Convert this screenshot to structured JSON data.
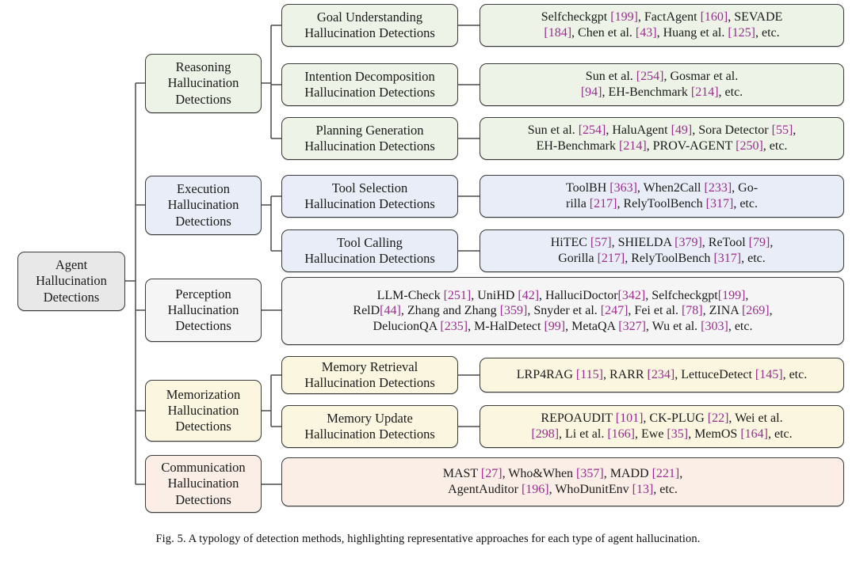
{
  "figure": {
    "caption": "Fig. 5.  A typology of detection methods, highlighting representative approaches for each type of agent hallucination."
  },
  "colors": {
    "root_fill": "#e8e8e8",
    "reasoning_fill": "#edf3e7",
    "execution_fill": "#e8edf7",
    "perception_fill": "#f5f5f5",
    "memorization_fill": "#fbf6e0",
    "communication_fill": "#fbeee6",
    "border": "#3a3a3a",
    "citation": "#9b2d8f",
    "text": "#1a1a1a"
  },
  "root": {
    "label": "Agent Hallucination Detections"
  },
  "categories": [
    {
      "id": "reasoning",
      "label": "Reasoning Hallucination Detections",
      "children": [
        {
          "id": "goal-understanding",
          "label": "Goal Understanding Hallucination Detections",
          "methods": "Selfcheckgpt [199], FactAgent [160], SEVADE [184], Chen et al. [43], Huang et al. [125], etc.",
          "items": [
            {
              "name": "Selfcheckgpt",
              "ref": "199"
            },
            {
              "name": "FactAgent",
              "ref": "160"
            },
            {
              "name": "SEVADE",
              "ref": "184"
            },
            {
              "name": "Chen et al.",
              "ref": "43"
            },
            {
              "name": "Huang et al.",
              "ref": "125"
            }
          ]
        },
        {
          "id": "intention-decomposition",
          "label": "Intention Decomposition Hallucination Detections",
          "methods": "Sun et al. [254], Gosmar et al. [94], EH-Benchmark [214], etc.",
          "items": [
            {
              "name": "Sun et al.",
              "ref": "254"
            },
            {
              "name": "Gosmar et al.",
              "ref": "94"
            },
            {
              "name": "EH-Benchmark",
              "ref": "214"
            }
          ]
        },
        {
          "id": "planning-generation",
          "label": "Planning Generation Hallucination Detections",
          "methods": "Sun et al. [254], HaluAgent [49], Sora Detector [55], EH-Benchmark [214], PROV-AGENT [250], etc.",
          "items": [
            {
              "name": "Sun et al.",
              "ref": "254"
            },
            {
              "name": "HaluAgent",
              "ref": "49"
            },
            {
              "name": "Sora Detector",
              "ref": "55"
            },
            {
              "name": "EH-Benchmark",
              "ref": "214"
            },
            {
              "name": "PROV-AGENT",
              "ref": "250"
            }
          ]
        }
      ]
    },
    {
      "id": "execution",
      "label": "Execution Hallucination Detections",
      "children": [
        {
          "id": "tool-selection",
          "label": "Tool Selection Hallucination Detections",
          "methods": "ToolBH [363], When2Call [233], Gorilla [217], RelyToolBench [317], etc.",
          "items": [
            {
              "name": "ToolBH",
              "ref": "363"
            },
            {
              "name": "When2Call",
              "ref": "233"
            },
            {
              "name": "Gorilla",
              "ref": "217"
            },
            {
              "name": "RelyToolBench",
              "ref": "317"
            }
          ]
        },
        {
          "id": "tool-calling",
          "label": "Tool Calling Hallucination Detections",
          "methods": "HiTEC [57], SHIELDA [379], ReTool [79], Gorilla [217], RelyToolBench [317], etc.",
          "items": [
            {
              "name": "HiTEC",
              "ref": "57"
            },
            {
              "name": "SHIELDA",
              "ref": "379"
            },
            {
              "name": "ReTool",
              "ref": "79"
            },
            {
              "name": "Gorilla",
              "ref": "217"
            },
            {
              "name": "RelyToolBench",
              "ref": "317"
            }
          ]
        }
      ]
    },
    {
      "id": "perception",
      "label": "Perception Hallucination Detections",
      "children": [
        {
          "id": "perception-methods",
          "label": "",
          "methods": "LLM-Check [251], UniHD [42], HalluciDoctor[342], Selfcheckgpt[199], RelD[44], Zhang and Zhang [359], Snyder et al. [247], Fei et al. [78], ZINA [269], DelucionQA [235], M-HalDetect [99], MetaQA [327], Wu et al. [303], etc.",
          "items": [
            {
              "name": "LLM-Check",
              "ref": "251"
            },
            {
              "name": "UniHD",
              "ref": "42"
            },
            {
              "name": "HalluciDoctor",
              "ref": "342"
            },
            {
              "name": "Selfcheckgpt",
              "ref": "199"
            },
            {
              "name": "RelD",
              "ref": "44"
            },
            {
              "name": "Zhang and Zhang",
              "ref": "359"
            },
            {
              "name": "Snyder et al.",
              "ref": "247"
            },
            {
              "name": "Fei et al.",
              "ref": "78"
            },
            {
              "name": "ZINA",
              "ref": "269"
            },
            {
              "name": "DelucionQA",
              "ref": "235"
            },
            {
              "name": "M-HalDetect",
              "ref": "99"
            },
            {
              "name": "MetaQA",
              "ref": "327"
            },
            {
              "name": "Wu et al.",
              "ref": "303"
            }
          ]
        }
      ]
    },
    {
      "id": "memorization",
      "label": "Memorization Hallucination Detections",
      "children": [
        {
          "id": "memory-retrieval",
          "label": "Memory Retrieval Hallucination Detections",
          "methods": "LRP4RAG [115], RARR [234], LettuceDetect [145], etc.",
          "items": [
            {
              "name": "LRP4RAG",
              "ref": "115"
            },
            {
              "name": "RARR",
              "ref": "234"
            },
            {
              "name": "LettuceDetect",
              "ref": "145"
            }
          ]
        },
        {
          "id": "memory-update",
          "label": "Memory Update Hallucination Detections",
          "methods": "REPOAUDIT [101], CK-PLUG [22], Wei et al. [298], Li et al. [166], Ewe [35], MemOS [164], etc.",
          "items": [
            {
              "name": "REPOAUDIT",
              "ref": "101"
            },
            {
              "name": "CK-PLUG",
              "ref": "22"
            },
            {
              "name": "Wei et al.",
              "ref": "298"
            },
            {
              "name": "Li et al.",
              "ref": "166"
            },
            {
              "name": "Ewe",
              "ref": "35"
            },
            {
              "name": "MemOS",
              "ref": "164"
            }
          ]
        }
      ]
    },
    {
      "id": "communication",
      "label": "Communication Hallucination Detections",
      "children": [
        {
          "id": "communication-methods",
          "label": "",
          "methods": "MAST [27], Who&When [357], MADD [221], AgentAuditor [196], WhoDunitEnv [13], etc.",
          "items": [
            {
              "name": "MAST",
              "ref": "27"
            },
            {
              "name": "Who&When",
              "ref": "357"
            },
            {
              "name": "MADD",
              "ref": "221"
            },
            {
              "name": "AgentAuditor",
              "ref": "196"
            },
            {
              "name": "WhoDunitEnv",
              "ref": "13"
            }
          ]
        }
      ]
    }
  ],
  "nodes": {
    "root": {
      "label": "Agent Hallucination Detections",
      "lines": [
        "Agent",
        "Hallucination",
        "Detections"
      ]
    },
    "reasoning": {
      "lines": [
        "Reasoning",
        "Hallucination",
        "Detections"
      ]
    },
    "execution": {
      "lines": [
        "Execution",
        "Hallucination",
        "Detections"
      ]
    },
    "perception": {
      "lines": [
        "Perception",
        "Hallucination",
        "Detections"
      ]
    },
    "memorization": {
      "lines": [
        "Memorization",
        "Hallucination",
        "Detections"
      ]
    },
    "communication": {
      "lines": [
        "Communication",
        "Hallucination",
        "Detections"
      ]
    },
    "goal_understanding": {
      "lines": [
        "Goal Understanding",
        "Hallucination Detections"
      ]
    },
    "intention_decomposition": {
      "lines": [
        "Intention Decomposition",
        "Hallucination Detections"
      ]
    },
    "planning_generation": {
      "lines": [
        "Planning Generation",
        "Hallucination Detections"
      ]
    },
    "tool_selection": {
      "lines": [
        "Tool Selection",
        "Hallucination Detections"
      ]
    },
    "tool_calling": {
      "lines": [
        "Tool Calling",
        "Hallucination Detections"
      ]
    },
    "memory_retrieval": {
      "lines": [
        "Memory Retrieval",
        "Hallucination Detections"
      ]
    },
    "memory_update": {
      "lines": [
        "Memory Update",
        "Hallucination Detections"
      ]
    }
  },
  "leaf_lines": {
    "goal_understanding": [
      [
        {
          "t": "Selfcheckgpt ",
          "c": 0
        },
        {
          "t": "[199]",
          "c": 1
        },
        {
          "t": ", FactAgent ",
          "c": 0
        },
        {
          "t": "[160]",
          "c": 1
        },
        {
          "t": ", SEVADE",
          "c": 0
        }
      ],
      [
        {
          "t": "[184]",
          "c": 1
        },
        {
          "t": ", Chen et al. ",
          "c": 0
        },
        {
          "t": "[43]",
          "c": 1
        },
        {
          "t": ", Huang et al. ",
          "c": 0
        },
        {
          "t": "[125]",
          "c": 1
        },
        {
          "t": ", etc.",
          "c": 0
        }
      ]
    ],
    "intention_decomposition": [
      [
        {
          "t": "Sun et al. ",
          "c": 0
        },
        {
          "t": "[254]",
          "c": 1
        },
        {
          "t": ", Gosmar et al.",
          "c": 0
        }
      ],
      [
        {
          "t": "[94]",
          "c": 1
        },
        {
          "t": ", EH-Benchmark ",
          "c": 0
        },
        {
          "t": "[214]",
          "c": 1
        },
        {
          "t": ", etc.",
          "c": 0
        }
      ]
    ],
    "planning_generation": [
      [
        {
          "t": "Sun et al. ",
          "c": 0
        },
        {
          "t": "[254]",
          "c": 1
        },
        {
          "t": ", HaluAgent ",
          "c": 0
        },
        {
          "t": "[49]",
          "c": 1
        },
        {
          "t": ", Sora Detector ",
          "c": 0
        },
        {
          "t": "[55]",
          "c": 1
        },
        {
          "t": ",",
          "c": 0
        }
      ],
      [
        {
          "t": "EH-Benchmark ",
          "c": 0
        },
        {
          "t": "[214]",
          "c": 1
        },
        {
          "t": ", PROV-AGENT ",
          "c": 0
        },
        {
          "t": "[250]",
          "c": 1
        },
        {
          "t": ", etc.",
          "c": 0
        }
      ]
    ],
    "tool_selection": [
      [
        {
          "t": "ToolBH ",
          "c": 0
        },
        {
          "t": "[363]",
          "c": 1
        },
        {
          "t": ", When2Call ",
          "c": 0
        },
        {
          "t": "[233]",
          "c": 1
        },
        {
          "t": ", Go-",
          "c": 0
        }
      ],
      [
        {
          "t": "rilla ",
          "c": 0
        },
        {
          "t": "[217]",
          "c": 1
        },
        {
          "t": ", RelyToolBench ",
          "c": 0
        },
        {
          "t": "[317]",
          "c": 1
        },
        {
          "t": ", etc.",
          "c": 0
        }
      ]
    ],
    "tool_calling": [
      [
        {
          "t": "HiTEC ",
          "c": 0
        },
        {
          "t": "[57]",
          "c": 1
        },
        {
          "t": ", SHIELDA ",
          "c": 0
        },
        {
          "t": "[379]",
          "c": 1
        },
        {
          "t": ", ReTool ",
          "c": 0
        },
        {
          "t": "[79]",
          "c": 1
        },
        {
          "t": ",",
          "c": 0
        }
      ],
      [
        {
          "t": "Gorilla ",
          "c": 0
        },
        {
          "t": "[217]",
          "c": 1
        },
        {
          "t": ", RelyToolBench ",
          "c": 0
        },
        {
          "t": "[317]",
          "c": 1
        },
        {
          "t": ", etc.",
          "c": 0
        }
      ]
    ],
    "perception_methods": [
      [
        {
          "t": "LLM-Check ",
          "c": 0
        },
        {
          "t": "[251]",
          "c": 1
        },
        {
          "t": ", UniHD ",
          "c": 0
        },
        {
          "t": "[42]",
          "c": 1
        },
        {
          "t": ", HalluciDoctor",
          "c": 0
        },
        {
          "t": "[342]",
          "c": 1
        },
        {
          "t": ", Selfcheckgpt",
          "c": 0
        },
        {
          "t": "[199]",
          "c": 1
        },
        {
          "t": ",",
          "c": 0
        }
      ],
      [
        {
          "t": "RelD",
          "c": 0
        },
        {
          "t": "[44]",
          "c": 1
        },
        {
          "t": ", Zhang and Zhang ",
          "c": 0
        },
        {
          "t": "[359]",
          "c": 1
        },
        {
          "t": ", Snyder et al. ",
          "c": 0
        },
        {
          "t": "[247]",
          "c": 1
        },
        {
          "t": ", Fei et al. ",
          "c": 0
        },
        {
          "t": "[78]",
          "c": 1
        },
        {
          "t": ", ZINA ",
          "c": 0
        },
        {
          "t": "[269]",
          "c": 1
        },
        {
          "t": ",",
          "c": 0
        }
      ],
      [
        {
          "t": "DelucionQA ",
          "c": 0
        },
        {
          "t": "[235]",
          "c": 1
        },
        {
          "t": ", M-HalDetect ",
          "c": 0
        },
        {
          "t": "[99]",
          "c": 1
        },
        {
          "t": ", MetaQA ",
          "c": 0
        },
        {
          "t": "[327]",
          "c": 1
        },
        {
          "t": ", Wu et al. ",
          "c": 0
        },
        {
          "t": "[303]",
          "c": 1
        },
        {
          "t": ", etc.",
          "c": 0
        }
      ]
    ],
    "memory_retrieval": [
      [
        {
          "t": "LRP4RAG ",
          "c": 0
        },
        {
          "t": "[115]",
          "c": 1
        },
        {
          "t": ", RARR ",
          "c": 0
        },
        {
          "t": "[234]",
          "c": 1
        },
        {
          "t": ", LettuceDetect ",
          "c": 0
        },
        {
          "t": "[145]",
          "c": 1
        },
        {
          "t": ", etc.",
          "c": 0
        }
      ]
    ],
    "memory_update": [
      [
        {
          "t": "REPOAUDIT ",
          "c": 0
        },
        {
          "t": "[101]",
          "c": 1
        },
        {
          "t": ", CK-PLUG ",
          "c": 0
        },
        {
          "t": "[22]",
          "c": 1
        },
        {
          "t": ", Wei et al.",
          "c": 0
        }
      ],
      [
        {
          "t": "[298]",
          "c": 1
        },
        {
          "t": ", Li et al. ",
          "c": 0
        },
        {
          "t": "[166]",
          "c": 1
        },
        {
          "t": ", Ewe ",
          "c": 0
        },
        {
          "t": "[35]",
          "c": 1
        },
        {
          "t": ", MemOS ",
          "c": 0
        },
        {
          "t": "[164]",
          "c": 1
        },
        {
          "t": ", etc.",
          "c": 0
        }
      ]
    ],
    "communication_methods": [
      [
        {
          "t": "MAST ",
          "c": 0
        },
        {
          "t": "[27]",
          "c": 1
        },
        {
          "t": ", Who&When ",
          "c": 0
        },
        {
          "t": "[357]",
          "c": 1
        },
        {
          "t": ", MADD ",
          "c": 0
        },
        {
          "t": "[221]",
          "c": 1
        },
        {
          "t": ",",
          "c": 0
        }
      ],
      [
        {
          "t": "AgentAuditor ",
          "c": 0
        },
        {
          "t": "[196]",
          "c": 1
        },
        {
          "t": ", WhoDunitEnv ",
          "c": 0
        },
        {
          "t": "[13]",
          "c": 1
        },
        {
          "t": ", etc.",
          "c": 0
        }
      ]
    ]
  }
}
